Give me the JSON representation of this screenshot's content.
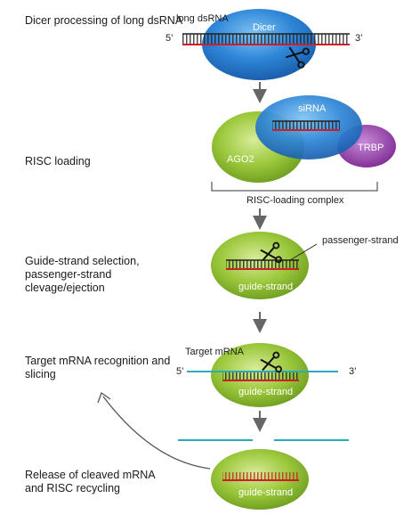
{
  "stages": [
    {
      "label": "Dicer processing of long dsRNA"
    },
    {
      "label": "RISC loading"
    },
    {
      "label": "Guide-strand selection, passenger-strand clevage/ejection"
    },
    {
      "label": "Target mRNA recognition and slicing"
    },
    {
      "label": "Release of cleaved mRNA and RISC recycling"
    }
  ],
  "labels": {
    "long_dsrna": "long dsRNA",
    "dicer": "Dicer",
    "five_prime_1": "5’",
    "three_prime_1": "3’",
    "sirna": "siRNA",
    "ago2": "AGO2",
    "trbp": "TRBP",
    "risc_loading_complex": "RISC-loading complex",
    "passenger_strand": "passenger-strand",
    "guide_strand_1": "guide-strand",
    "target_mrna": "Target mRNA",
    "five_prime_2": "5’",
    "three_prime_2": "3’",
    "guide_strand_2": "guide-strand",
    "guide_strand_3": "guide-strand"
  },
  "colors": {
    "dicer_blue": "#2f86d8",
    "green": "#9cc83c",
    "trbp_purple": "#9a3fae",
    "rna_red": "#cc1f2a",
    "mrna_teal": "#2aabc0",
    "arrow_gray": "#666666"
  }
}
